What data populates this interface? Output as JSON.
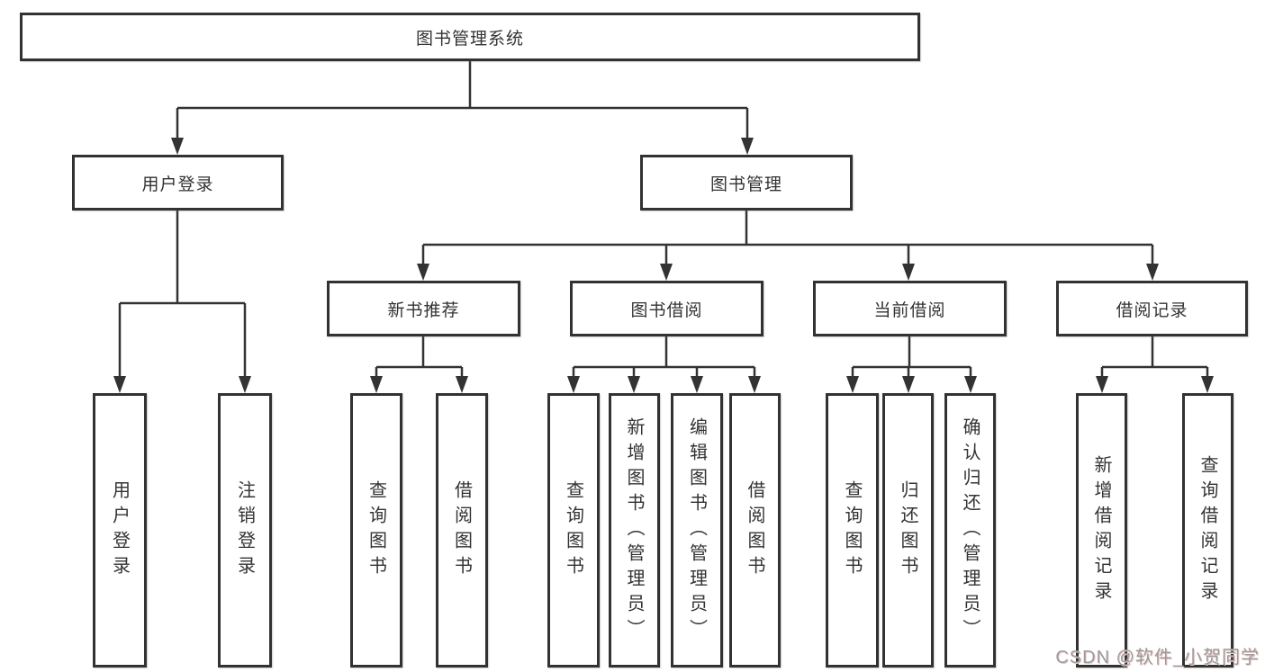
{
  "nodes": {
    "root": "图书管理系统",
    "user_login": "用户登录",
    "book_management": "图书管理",
    "new_book_recommend": "新书推荐",
    "book_borrow": "图书借阅",
    "current_borrow": "当前借阅",
    "borrow_record": "借阅记录",
    "leaf_user_login": "用户登录",
    "leaf_logout": "注销登录",
    "leaf_nb_query_books": "查询图书",
    "leaf_nb_borrow_books": "借阅图书",
    "leaf_bb_query_books": "查询图书",
    "leaf_bb_add_books": "新增图书（管理员）",
    "leaf_bb_edit_books": "编辑图书（管理员）",
    "leaf_bb_borrow_books": "借阅图书",
    "leaf_cb_query_books": "查询图书",
    "leaf_cb_return_books": "归还图书",
    "leaf_cb_confirm_return": "确认归还（管理员）",
    "leaf_br_add_record": "新增借阅记录",
    "leaf_br_query_record": "查询借阅记录"
  },
  "hierarchy": {
    "图书管理系统": {
      "用户登录": [
        "用户登录",
        "注销登录"
      ],
      "图书管理": {
        "新书推荐": [
          "查询图书",
          "借阅图书"
        ],
        "图书借阅": [
          "查询图书",
          "新增图书（管理员）",
          "编辑图书（管理员）",
          "借阅图书"
        ],
        "当前借阅": [
          "查询图书",
          "归还图书",
          "确认归还（管理员）"
        ],
        "借阅记录": [
          "新增借阅记录",
          "查询借阅记录"
        ]
      }
    }
  },
  "watermark": "CSDN @软件_小贺同学",
  "colors": {
    "line": "#333333",
    "box_border": "#323232",
    "text": "#333333",
    "background": "#ffffff",
    "watermark": "#9b9b9b"
  }
}
